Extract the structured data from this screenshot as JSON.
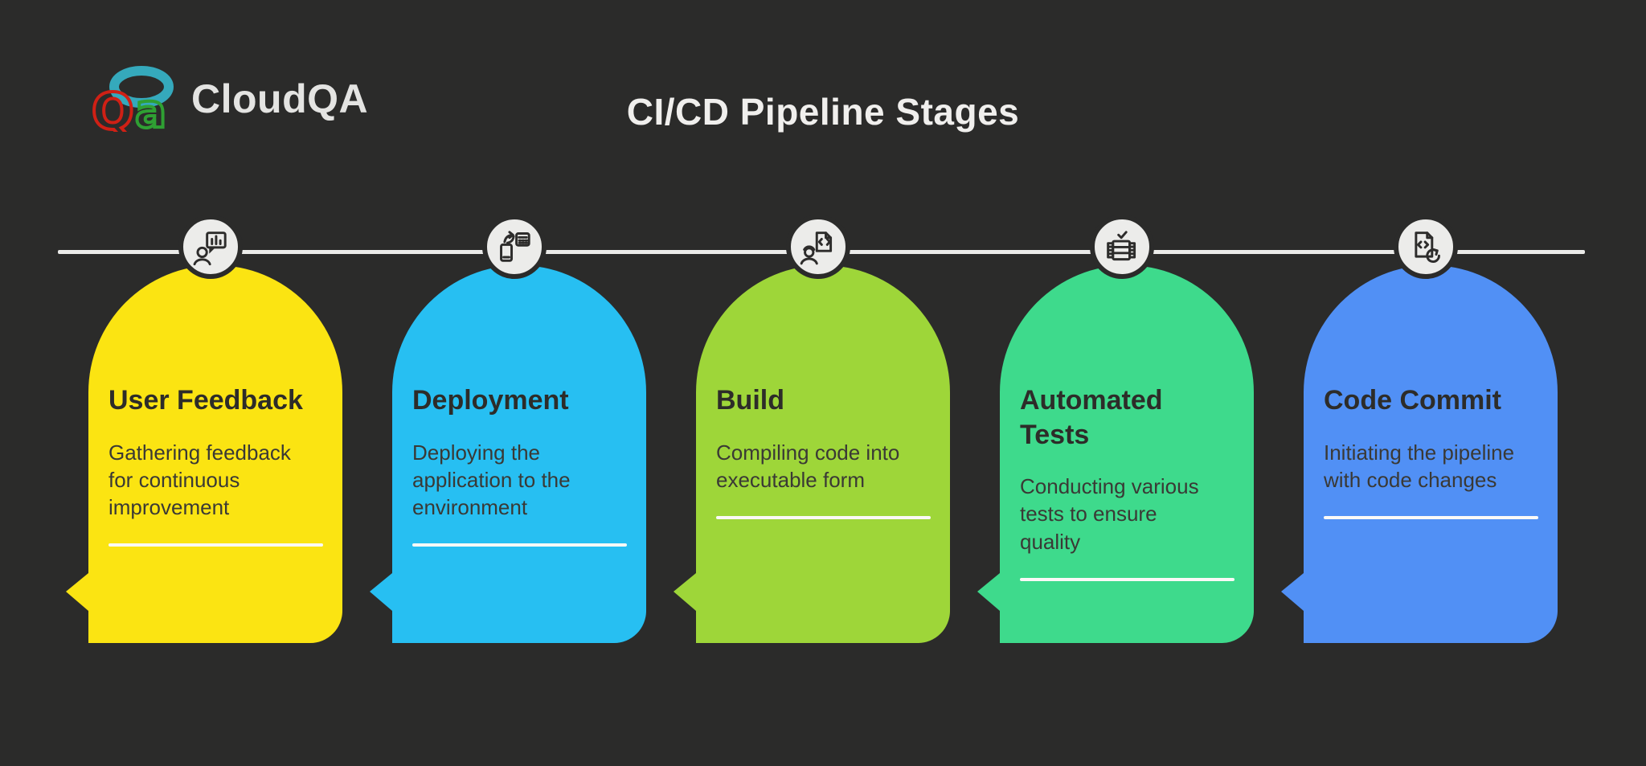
{
  "logo": {
    "glyph_letters": {
      "q": "Q",
      "a": "a"
    },
    "text": "CloudQA",
    "colors": {
      "q": "#cf2015",
      "a": "#2fa033",
      "cloud": "#35a9bc",
      "text": "#e4e4e2"
    }
  },
  "title": "CI/CD Pipeline Stages",
  "theme": {
    "background": "#2b2b2a",
    "timeline_line": "#ebebe9",
    "icon_circle_fill": "#ececea",
    "heading_text": "#2d2c29",
    "body_text": "#3a3935",
    "underline": "#faf9f7"
  },
  "stages": [
    {
      "title": "User Feedback",
      "description": "Gathering feedback\nfor continuous\nimprovement",
      "color": "#fbe412",
      "icon": "user-feedback-presentation-icon"
    },
    {
      "title": "Deployment",
      "description": "Deploying the\napplication to the\nenvironment",
      "color": "#27bff2",
      "icon": "device-transfer-icon"
    },
    {
      "title": "Build",
      "description": "Compiling code into\nexecutable form",
      "color": "#9ed639",
      "icon": "engineer-code-document-icon"
    },
    {
      "title": "Automated\nTests",
      "description": "Conducting various\ntests to ensure\nquality",
      "color": "#3eda8c",
      "icon": "test-machine-check-icon"
    },
    {
      "title": "Code Commit",
      "description": "Initiating the pipeline\nwith code changes",
      "color": "#5190f5",
      "icon": "code-file-refresh-icon"
    }
  ]
}
